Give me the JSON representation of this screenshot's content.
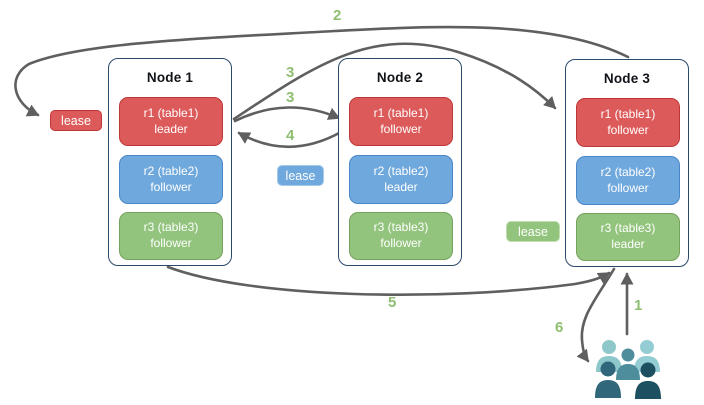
{
  "diagram_title": "replica leaseholder routing diagram",
  "nodes": [
    {
      "title": "Node 1",
      "replicas": [
        {
          "name": "r1 (table1)",
          "role": "leader",
          "color_key": "red"
        },
        {
          "name": "r2 (table2)",
          "role": "follower",
          "color_key": "blue"
        },
        {
          "name": "r3 (table3)",
          "role": "follower",
          "color_key": "green"
        }
      ]
    },
    {
      "title": "Node 2",
      "replicas": [
        {
          "name": "r1 (table1)",
          "role": "follower",
          "color_key": "red"
        },
        {
          "name": "r2 (table2)",
          "role": "leader",
          "color_key": "blue"
        },
        {
          "name": "r3 (table3)",
          "role": "follower",
          "color_key": "green"
        }
      ]
    },
    {
      "title": "Node 3",
      "replicas": [
        {
          "name": "r1 (table1)",
          "role": "follower",
          "color_key": "red"
        },
        {
          "name": "r2 (table2)",
          "role": "follower",
          "color_key": "blue"
        },
        {
          "name": "r3 (table3)",
          "role": "leader",
          "color_key": "green"
        }
      ]
    }
  ],
  "leases": [
    {
      "label": "lease",
      "color_key": "red",
      "fill": "#dd5a5a",
      "border": "#bf3636"
    },
    {
      "label": "lease",
      "color_key": "blue",
      "fill": "#6fa8dc",
      "border": "#a8cae9"
    },
    {
      "label": "lease",
      "color_key": "green",
      "fill": "#93c47d",
      "border": "#c0ddb0"
    }
  ],
  "steps": [
    {
      "label": "1"
    },
    {
      "label": "2"
    },
    {
      "label": "3"
    },
    {
      "label": "3"
    },
    {
      "label": "4"
    },
    {
      "label": "5"
    },
    {
      "label": "6"
    }
  ],
  "colors": {
    "red_fill": "#dd5a5a",
    "red_border": "#bf3636",
    "blue_fill": "#6fa8dc",
    "blue_border": "#4a86c8",
    "green_fill": "#93c47d",
    "green_border": "#76a35c",
    "node_border": "#2a4a6b",
    "arrow": "#5f5f5f",
    "step_text": "#8fbf72",
    "users_back": "#8fc8ca",
    "users_mid": "#4e8e9c",
    "users_front_left": "#31677a",
    "users_front_right": "#1d5162"
  }
}
